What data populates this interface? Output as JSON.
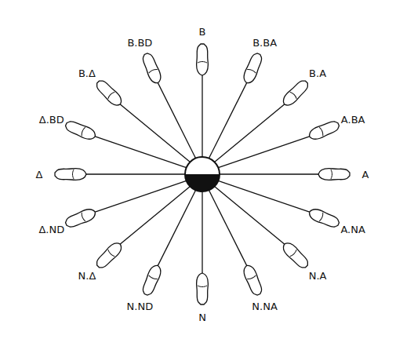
{
  "diagram": {
    "nodes": [
      {
        "text": [
          "B"
        ]
      },
      {
        "text": [
          "B.BA"
        ]
      },
      {
        "text": [
          "B.A"
        ]
      },
      {
        "text": [
          "A.BA"
        ]
      },
      {
        "text": [
          "A"
        ]
      },
      {
        "text": [
          "A.NA"
        ]
      },
      {
        "text": [
          "N.A"
        ]
      },
      {
        "text": [
          "N.NA"
        ]
      },
      {
        "text": [
          "N"
        ]
      },
      {
        "text": [
          "N.ND"
        ]
      },
      {
        "text": [
          "N.Δ"
        ]
      },
      {
        "text": [
          "Δ.ND"
        ]
      },
      {
        "text": [
          "Δ"
        ]
      },
      {
        "text": [
          "Δ.BD"
        ]
      },
      {
        "text": [
          "B.Δ"
        ]
      },
      {
        "text": [
          "B.BD"
        ]
      }
    ]
  }
}
